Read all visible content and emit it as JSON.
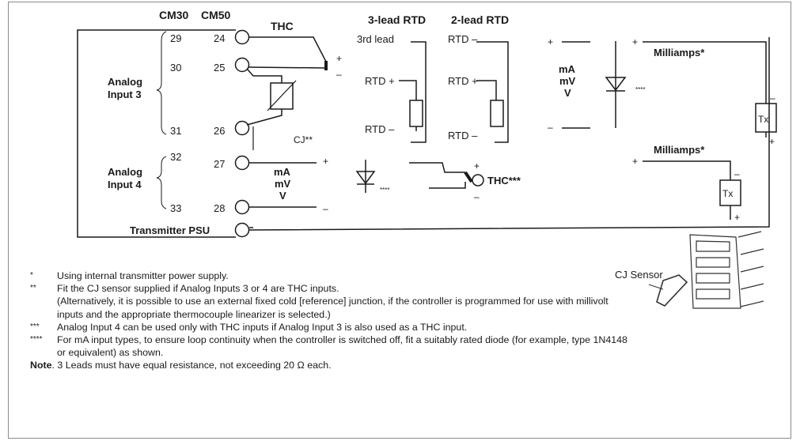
{
  "headers": {
    "cm30": "CM30",
    "cm50": "CM50",
    "thc": "THC",
    "rtd3": "3-lead RTD",
    "rtd2": "2-lead RTD"
  },
  "terminals": {
    "cm30": [
      "29",
      "30",
      "31",
      "32",
      "33"
    ],
    "cm50": [
      "24",
      "25",
      "26",
      "27",
      "28"
    ],
    "psu": "Transmitter PSU"
  },
  "groups": {
    "input3_line1": "Analog",
    "input3_line2": "Input 3",
    "input4_line1": "Analog",
    "input4_line2": "Input 4"
  },
  "labels": {
    "cj": "CJ**",
    "third_lead": "3rd lead",
    "rtd_minus": "RTD –",
    "rtd_plus": "RTD +",
    "plus": "+",
    "minus": "–",
    "ma": "mA",
    "mv": "mV",
    "v": "V",
    "stars4": "****",
    "milliamps": "Milliamps*",
    "tx": "Tx",
    "thc3": "THC***",
    "cj_sensor": "CJ Sensor"
  },
  "notes": [
    {
      "mark": "*",
      "text": "Using internal transmitter power supply."
    },
    {
      "mark": "**",
      "text": "Fit the CJ sensor supplied if Analog Inputs 3 or 4 are THC inputs."
    },
    {
      "mark": "",
      "text": "(Alternatively, it is possible to use an external fixed cold [reference] junction, if the controller is programmed for use with millivolt inputs and the appropriate thermocouple linearizer is selected.)"
    },
    {
      "mark": "***",
      "text": "Analog Input 4 can be used only with THC inputs if Analog Input 3 is also used as a THC input."
    },
    {
      "mark": "****",
      "text": "For mA input types, to ensure loop continuity when the controller is switched off, fit a suitably rated diode (for example, type 1N4148 or equivalent) as shown."
    }
  ],
  "final_note": {
    "label": "Note",
    "text": ". 3 Leads must have equal resistance, not exceeding 20 Ω each."
  }
}
